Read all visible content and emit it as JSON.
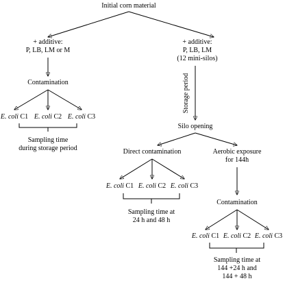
{
  "diagram": {
    "root": "Initial corn material",
    "left_branch": {
      "additive_line1": "+ additive:",
      "additive_line2": "P, LB, LM or M",
      "contamination": "Contamination",
      "strains": [
        {
          "species": "E. coli",
          "code": "C1"
        },
        {
          "species": "E. coli",
          "code": "C2"
        },
        {
          "species": "E. coli",
          "code": "C3"
        }
      ],
      "sampling_line1": "Sampling time",
      "sampling_line2": "during storage period"
    },
    "right_branch": {
      "additive_line1": "+ additive:",
      "additive_line2": "P, LB, LM",
      "additive_line3": "(12 mini-silos)",
      "storage_period": "Storage period",
      "silo_opening": "Silo opening",
      "direct": {
        "label": "Direct contamination",
        "strains": [
          {
            "species": "E. coli",
            "code": "C1"
          },
          {
            "species": "E. coli",
            "code": "C2"
          },
          {
            "species": "E. coli",
            "code": "C3"
          }
        ],
        "sampling_line1": "Sampling time at",
        "sampling_line2": "24 h and 48 h"
      },
      "aerobic": {
        "label_line1": "Aerobic exposure",
        "label_line2": "for 144h",
        "contamination": "Contamination",
        "strains": [
          {
            "species": "E. coli",
            "code": "C1"
          },
          {
            "species": "E. coli",
            "code": "C2"
          },
          {
            "species": "E. coli",
            "code": "C3"
          }
        ],
        "sampling_line1": "Sampling time at",
        "sampling_line2": "144 +24 h and",
        "sampling_line3": "144 + 48 h"
      }
    }
  }
}
